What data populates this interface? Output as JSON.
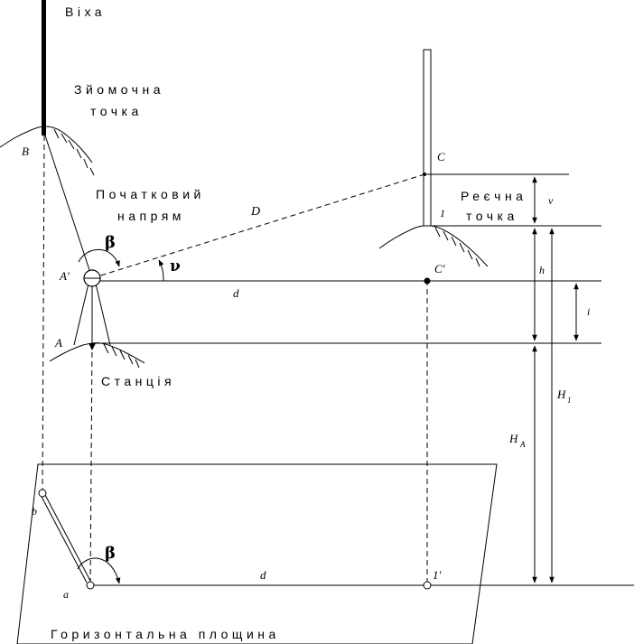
{
  "labels": {
    "pole": "Віха",
    "survey_point_1": "Зйомочна",
    "survey_point_2": "точка",
    "B": "B",
    "initial_direction_1": "Початковий",
    "initial_direction_2": "напрям",
    "D": "D",
    "beta": "β",
    "nu": "ν",
    "A_prime": "A′",
    "d": "d",
    "A": "A",
    "station": "Станція",
    "C": "C",
    "one": "1",
    "staff_point_1": "Реєчна",
    "staff_point_2": "точка",
    "C_prime": "C′",
    "v": "v",
    "h": "h",
    "i": "i",
    "H1": "H",
    "H1_sub": "1",
    "HA": "H",
    "HA_sub": "A",
    "b": "b",
    "one_prime": "1′",
    "a": "a",
    "horizontal_plane": "Горизонтальна площина"
  }
}
